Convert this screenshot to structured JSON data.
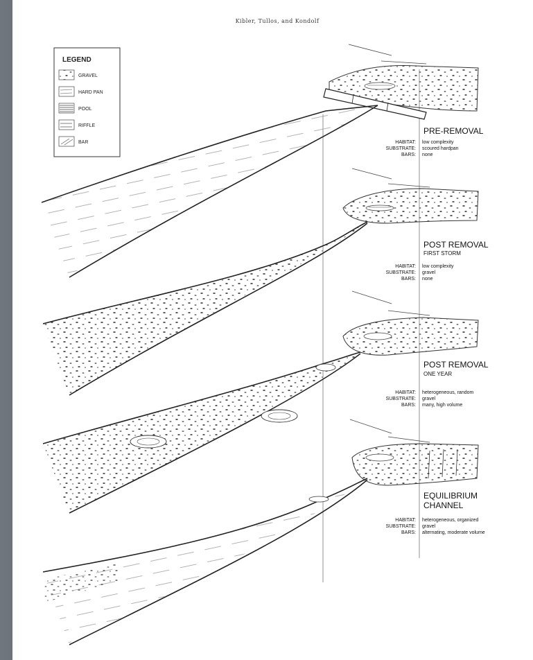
{
  "header": {
    "authors": "Kibler, Tullos, and Kondolf"
  },
  "legend": {
    "title": "LEGEND",
    "items": [
      {
        "label": "GRAVEL",
        "icon": "gravel-swatch-icon"
      },
      {
        "label": "HARD PAN",
        "icon": "hardpan-swatch-icon"
      },
      {
        "label": "POOL",
        "icon": "pool-swatch-icon"
      },
      {
        "label": "RIFFLE",
        "icon": "riffle-swatch-icon"
      },
      {
        "label": "BAR",
        "icon": "bar-swatch-icon"
      }
    ]
  },
  "stages": [
    {
      "title": "PRE-REMOVAL",
      "subtitle": "",
      "habitat_label": "HABITAT:",
      "habitat": "low complexity",
      "substrate_label": "SUBSTRATE:",
      "substrate": "scoured hardpan",
      "bars_label": "BARS:",
      "bars": "none"
    },
    {
      "title": "POST REMOVAL",
      "subtitle": "FIRST STORM",
      "habitat_label": "HABITAT:",
      "habitat": "low complexity",
      "substrate_label": "SUBSTRATE:",
      "substrate": "gravel",
      "bars_label": "BARS:",
      "bars": "none"
    },
    {
      "title": "POST REMOVAL",
      "subtitle": "ONE YEAR",
      "habitat_label": "HABITAT:",
      "habitat": "heterogeneous, random",
      "substrate_label": "SUBSTRATE:",
      "substrate": "gravel",
      "bars_label": "BARS:",
      "bars": "many, high volume"
    },
    {
      "title": "EQUILIBRIUM",
      "subtitle": "CHANNEL",
      "habitat_label": "HABITAT:",
      "habitat": "heterogeneous, organized",
      "substrate_label": "SUBSTRATE:",
      "substrate": "gravel",
      "bars_label": "BARS:",
      "bars": "alternating, moderate volume"
    }
  ]
}
